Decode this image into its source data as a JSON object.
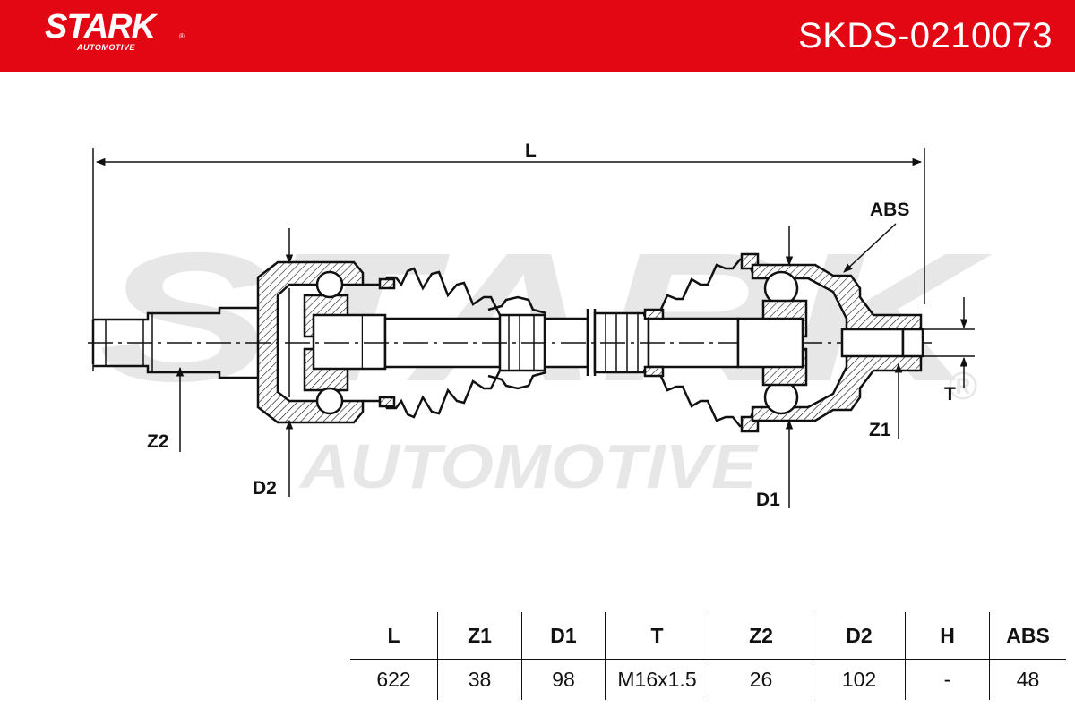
{
  "header": {
    "brand": "STARK",
    "brand_sub": "AUTOMOTIVE",
    "registered_mark": "®",
    "part_number": "SKDS-0210073"
  },
  "watermark": {
    "text_top": "STARK",
    "text_bottom": "AUTOMOTIVE",
    "registered_mark": "®"
  },
  "diagram": {
    "labels": {
      "L": "L",
      "ABS": "ABS",
      "Z2": "Z2",
      "D2": "D2",
      "D1": "D1",
      "Z1": "Z1",
      "T": "T"
    }
  },
  "spec_table": {
    "headers": [
      "L",
      "Z1",
      "D1",
      "T",
      "Z2",
      "D2",
      "H",
      "ABS"
    ],
    "values": [
      "622",
      "38",
      "98",
      "M16x1.5",
      "26",
      "102",
      "-",
      "48"
    ]
  },
  "colors": {
    "brand_red": "#e30613",
    "line": "#111111",
    "watermark": "#e7e7e7"
  }
}
